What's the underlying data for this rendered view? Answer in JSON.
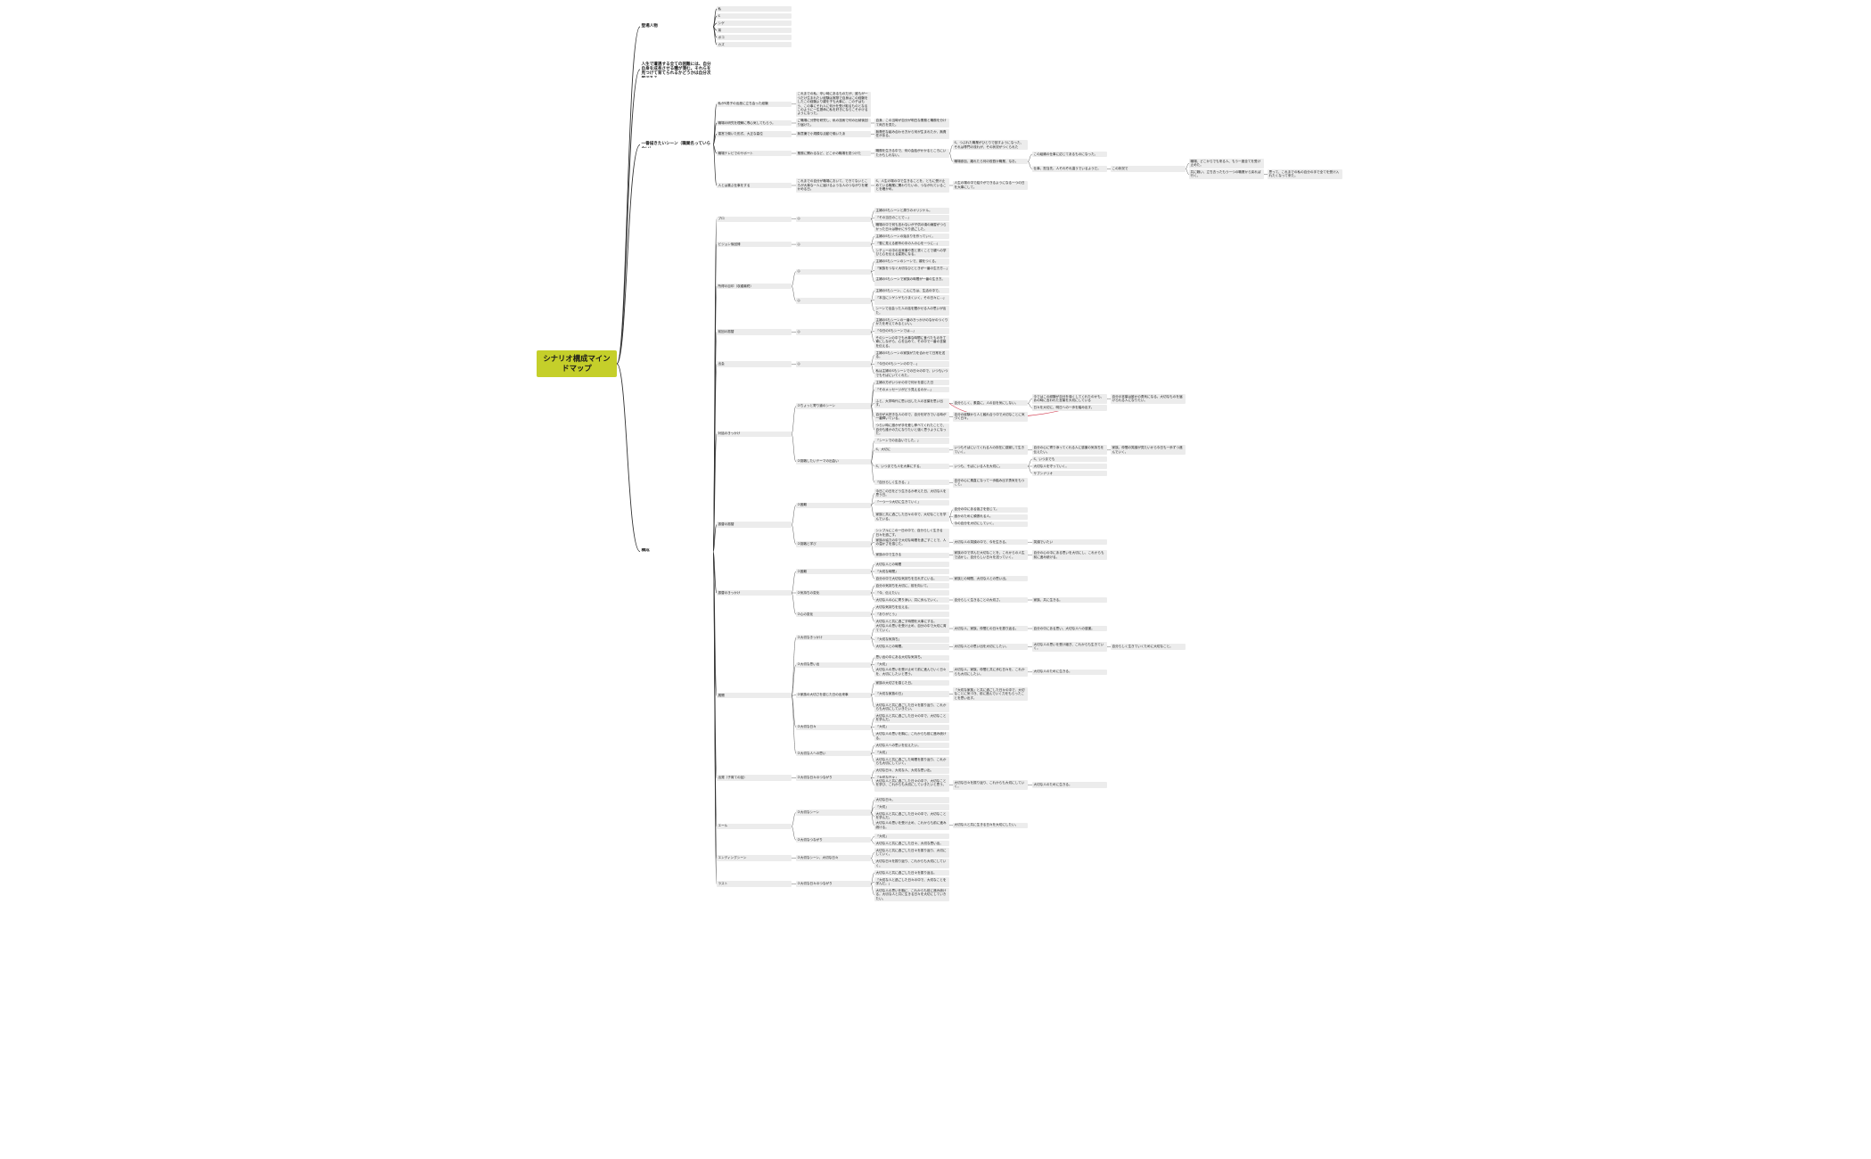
{
  "root": {
    "label": "シナリオ構成マインドマップ"
  },
  "colors": {
    "root": "#c5cf2a",
    "line": "#333333",
    "node": "#ececec",
    "relation": "#d0354a"
  },
  "nodes": [
    {
      "id": "b1",
      "parent": "root",
      "label": "登場人物",
      "level": 1
    },
    {
      "id": "c1a",
      "parent": "b1",
      "label": "私",
      "level": 2
    },
    {
      "id": "c1b",
      "parent": "b1",
      "label": "S",
      "level": 2
    },
    {
      "id": "c1c",
      "parent": "b1",
      "label": "シゲ",
      "level": 2
    },
    {
      "id": "c1d",
      "parent": "b1",
      "label": "弟",
      "level": 2
    },
    {
      "id": "c1e",
      "parent": "b1",
      "label": "ポコ",
      "level": 2
    },
    {
      "id": "c1f",
      "parent": "b1",
      "label": "カズ",
      "level": 2
    },
    {
      "id": "b2",
      "parent": "root",
      "label": "人生で遭遇する全ての困難には、自分自身を成長させる糧が潜む。それらを見つけて育てられるかどうかは自分次第である。",
      "level": 1
    },
    {
      "id": "b3",
      "parent": "root",
      "label": "一番描きたいシーン（職業名っていらない）",
      "level": 1
    },
    {
      "id": "c3a",
      "parent": "b3",
      "label": "私がS男子の出産に立ち会った経験",
      "level": 2
    },
    {
      "id": "d3a",
      "parent": "c3a",
      "label": "これまでの私、辛い時にあるものだが、誰もが一つだけ生まれたい経験は実際で自身はこの経験をしたこの経験より親を子も大事に、この子はもう、この事にそれ人に何かを受け取るものとなるこのように一生懸命に私を好きにならこそかけるようになった。",
      "level": 3
    },
    {
      "id": "c3b",
      "parent": "b3",
      "label": "職場の研究を理解に専心気してもらう。",
      "level": 2
    },
    {
      "id": "d3b",
      "parent": "c3b",
      "label": "ご職場に分野を研究し、私の技術で何の出納後回り届けた。",
      "level": 3
    },
    {
      "id": "e3b",
      "parent": "d3b",
      "label": "自身、この当時が自分が明白な業務と職務を分けて両方を見た。",
      "level": 4
    },
    {
      "id": "c3c",
      "parent": "b3",
      "label": "運営で働いた形式、大正な高位",
      "level": 2
    },
    {
      "id": "d3c",
      "parent": "c3c",
      "label": "無意識で小規模な活動で働いたあ",
      "level": 3
    },
    {
      "id": "e3c",
      "parent": "d3c",
      "label": "無責任な組み合わせ方から何が生まれたか、無責任がある。",
      "level": 4
    },
    {
      "id": "c3d",
      "parent": "b3",
      "label": "職場テレビでのサポート",
      "level": 2
    },
    {
      "id": "d3d",
      "parent": "c3d",
      "label": "業務に関わるなど、どこかの職場を見つけた",
      "level": 3
    },
    {
      "id": "e3d",
      "parent": "d3d",
      "label": "職務を生きる中で、何の会話がかかるところにいたかもしれない。",
      "level": 4
    },
    {
      "id": "f3d1",
      "parent": "e3d",
      "label": "S、つぶれた職業がひとりで回すようになった、それは専門の流れが、その状況がつくられた",
      "level": 5
    },
    {
      "id": "f3d2",
      "parent": "e3d",
      "label": "職場参加、離れたら何の役割か職業、なお。",
      "level": 5
    },
    {
      "id": "g3d1",
      "parent": "f3d2",
      "label": "この組織の仕事に応じてあるものになった。",
      "level": 6
    },
    {
      "id": "g3d2",
      "parent": "f3d2",
      "label": "仕事、担当先、人それぞれ違うでいるようだ。",
      "level": 6
    },
    {
      "id": "h3d",
      "parent": "g3d2",
      "label": "この状況で",
      "level": 7
    },
    {
      "id": "i3d1",
      "parent": "h3d",
      "label": "職場、どこからでも来る人、もう一度全てを受け止めた。",
      "level": 8
    },
    {
      "id": "i3d2",
      "parent": "h3d",
      "label": "共に戦い、立ち去ったもう一つの職業から戻れば行く。",
      "level": 8
    },
    {
      "id": "j3d",
      "parent": "i3d2",
      "label": "思って、これまでの私の自分の手で全てを受け入れたくなって来た。",
      "level": 9
    },
    {
      "id": "c3e",
      "parent": "b3",
      "label": "人とは喜ぶ仕事をする",
      "level": 2
    },
    {
      "id": "d3e",
      "parent": "c3e",
      "label": "これまでの自分が職場において、できてないところが大事な一人に届けるような人のつながりを確かめる日。",
      "level": 3
    },
    {
      "id": "e3e",
      "parent": "d3e",
      "label": "S、人生の場の中で生きることを、ともに受け止めている職業に関わりたいの、つながれていることを確かめ。",
      "level": 4
    },
    {
      "id": "f3e",
      "parent": "e3e",
      "label": "人生の場の中で紹介ができるようになる一つの日を大事にして。",
      "level": 5
    },
    {
      "id": "b4",
      "parent": "root",
      "label": "構成",
      "level": 1
    },
    {
      "id": "c4a",
      "parent": "b4",
      "label": "プロ",
      "level": 2
    },
    {
      "id": "d4a",
      "parent": "c4a",
      "label": "◎",
      "level": 3
    },
    {
      "id": "e4a1",
      "parent": "d4a",
      "label": "主婦のSもシーンと周りのオリジナル。",
      "level": 4
    },
    {
      "id": "e4a2",
      "parent": "d4a",
      "label": "「その当日のことで…」",
      "level": 4
    },
    {
      "id": "e4a3",
      "parent": "d4a",
      "label": "職場の中で何も言わないが子供の頃の練習がつらかった日々は静かにやり過ごした。",
      "level": 4
    },
    {
      "id": "c4b",
      "parent": "b4",
      "label": "ビジョン後回帰",
      "level": 2
    },
    {
      "id": "d4b",
      "parent": "c4b",
      "label": "◎",
      "level": 3
    },
    {
      "id": "e4b1",
      "parent": "d4b",
      "label": "主婦のSもシーンの始まりを作っていく。",
      "level": 4
    },
    {
      "id": "e4b2",
      "parent": "d4b",
      "label": "「雪に見える都市の中の人の心を一つに…」",
      "level": 4
    },
    {
      "id": "e4b3",
      "parent": "d4b",
      "label": "シチューの中の出来事や表と書くことで親への学びと心を伝える姿勢になる。",
      "level": 4
    },
    {
      "id": "c4c",
      "parent": "b4",
      "label": "所得の目印（収穫最終）",
      "level": 2
    },
    {
      "id": "d4c1",
      "parent": "c4c",
      "label": "◎",
      "level": 3
    },
    {
      "id": "e4c1",
      "parent": "d4c1",
      "label": "主婦のSもシーンのシーンで、親をつくる。",
      "level": 4
    },
    {
      "id": "e4c2",
      "parent": "d4c1",
      "label": "「家族をつなぐ大切なひとときが一番の生き方…」",
      "level": 4
    },
    {
      "id": "e4c3",
      "parent": "d4c1",
      "label": "主婦のSもシーンで家族の時間が一番の生き方。",
      "level": 4
    },
    {
      "id": "d4c2",
      "parent": "c4c",
      "label": "◎",
      "level": 3
    },
    {
      "id": "e4c4",
      "parent": "d4c2",
      "label": "主婦のSもシーン、こんにちは、生活の中で。",
      "level": 4
    },
    {
      "id": "e4c5",
      "parent": "d4c2",
      "label": "「本当にシゲシゲもうまくいく、その日々に…」",
      "level": 4
    },
    {
      "id": "e4c6",
      "parent": "d4c2",
      "label": "シーンで出会った人の話を聞かせる人の思いが出た。",
      "level": 4
    },
    {
      "id": "c4d",
      "parent": "b4",
      "label": "前回の振替",
      "level": 2
    },
    {
      "id": "d4d",
      "parent": "c4d",
      "label": "◎",
      "level": 3
    },
    {
      "id": "e4d1",
      "parent": "d4d",
      "label": "主婦のSもシーンの一番のきっかけのなかのつくりかたを考えてみるといい。",
      "level": 4
    },
    {
      "id": "e4d2",
      "parent": "d4d",
      "label": "「今日のSもシーンでは…」",
      "level": 4
    },
    {
      "id": "e4d3",
      "parent": "d4d",
      "label": "そのシーンの中でも大事な時間に食べたものを丁寧にしながら、心を込めて、その中で一番の言葉を伝える。",
      "level": 4
    },
    {
      "id": "c4e",
      "parent": "b4",
      "label": "出会",
      "level": 2
    },
    {
      "id": "d4e",
      "parent": "c4e",
      "label": "◎",
      "level": 3
    },
    {
      "id": "e4e1",
      "parent": "d4e",
      "label": "主婦のSもシーンの家族が力を合わせて日常を送る。",
      "level": 4
    },
    {
      "id": "e4e2",
      "parent": "d4e",
      "label": "「今日のSもシーンの中で…」",
      "level": 4
    },
    {
      "id": "e4e3",
      "parent": "d4e",
      "label": "私は主婦のSもシーンでの日々の中で、いつもいつでもそばにいてくれた。",
      "level": 4
    },
    {
      "id": "c4f",
      "parent": "b4",
      "label": "対話のきっかけ",
      "level": 2
    },
    {
      "id": "d4f1",
      "parent": "c4f",
      "label": "②ちょっと寄り道のシーン",
      "level": 3
    },
    {
      "id": "e4f1",
      "parent": "d4f1",
      "label": "主婦の方がいつかの中で何かを感じた日",
      "level": 4
    },
    {
      "id": "e4f2",
      "parent": "d4f1",
      "label": "「そのメッセージがどう見えるのか…」",
      "level": 4
    },
    {
      "id": "e4f3",
      "parent": "d4f1",
      "label": "ふと、大学時代に思い出した人の言葉を思い出す。",
      "level": 4
    },
    {
      "id": "f4f1",
      "parent": "e4f3",
      "label": "自分らしく、素直に、人の目を気にしない。",
      "level": 5
    },
    {
      "id": "g4f1",
      "parent": "f4f1",
      "label": "今ではこの経験が自分を強くしてくれたのかも、あの時に言われた言葉を大切にしている",
      "level": 6
    },
    {
      "id": "h4f1",
      "parent": "g4f1",
      "label": "自分の言葉は誰かの勇気になる。大切なものを届けられる人になりたい。",
      "level": 7
    },
    {
      "id": "g4f2",
      "parent": "f4f1",
      "label": "日々を大切に、明日への一歩を踏み出す。",
      "level": 6
    },
    {
      "id": "e4f4",
      "parent": "d4f1",
      "label": "自分が大好きな人の中で、自分を好きでいる時が一番輝いている。",
      "level": 4
    },
    {
      "id": "f4f2",
      "parent": "e4f4",
      "label": "自分の経験から人と触れ合う中で大切なことに気づく日々。",
      "level": 5
    },
    {
      "id": "e4f5",
      "parent": "d4f1",
      "label": "つらい時に誰かが手を差し伸べてくれたことで、自分も誰かの力になりたいと強く思うようになった。",
      "level": 4
    },
    {
      "id": "d4f2",
      "parent": "c4f",
      "label": "②挑戦したいテーマの出会い",
      "level": 3
    },
    {
      "id": "e4f6",
      "parent": "d4f2",
      "label": "「シーンでの出会いでした。」",
      "level": 4
    },
    {
      "id": "e4f7",
      "parent": "d4f2",
      "label": "S、大切に",
      "level": 4
    },
    {
      "id": "f4f3",
      "parent": "e4f7",
      "label": "いつもそばにいてくれる人の存在に感謝して生きていく。",
      "level": 5
    },
    {
      "id": "g4f3",
      "parent": "f4f3",
      "label": "自分の心に寄り添ってくれる人に感謝の気持ちを伝えたい。",
      "level": 6
    },
    {
      "id": "h4f2",
      "parent": "g4f3",
      "label": "家族、仲間の笑顔が見たいから今日も一歩ずつ進んでいく。",
      "level": 7
    },
    {
      "id": "e4f8",
      "parent": "d4f2",
      "label": "S、いつまでも人を大事にする。",
      "level": 4
    },
    {
      "id": "f4f4",
      "parent": "e4f8",
      "label": "いつも、そばにいる人を大切に。",
      "level": 5
    },
    {
      "id": "g4f4",
      "parent": "f4f4",
      "label": "S、いつまでも",
      "level": 6
    },
    {
      "id": "g4f5",
      "parent": "f4f4",
      "label": "大切な人を守っていく。",
      "level": 6
    },
    {
      "id": "g4f6",
      "parent": "f4f4",
      "label": "サブシナリオ",
      "level": 6
    },
    {
      "id": "e4f9",
      "parent": "d4f2",
      "label": "「自分らしく生きる。」",
      "level": 4
    },
    {
      "id": "f4f5",
      "parent": "e4f9",
      "label": "自分の心に素直になって一歩踏み出す勇気をもつこと。",
      "level": 5
    },
    {
      "id": "c4g",
      "parent": "b4",
      "label": "振替の振替",
      "level": 2
    },
    {
      "id": "d4g1",
      "parent": "c4g",
      "label": "②困難",
      "level": 3
    },
    {
      "id": "e4g1",
      "parent": "d4g1",
      "label": "今日この日をどう生きるか考えた日、大切な人を思う日。",
      "level": 4
    },
    {
      "id": "e4g2",
      "parent": "d4g1",
      "label": "「一つ一つ大切に生きていく」",
      "level": 4
    },
    {
      "id": "e4g3",
      "parent": "d4g1",
      "label": "家族と共に過ごした日々の中で、大切なことを学んでいる。",
      "level": 4
    },
    {
      "id": "f4g1",
      "parent": "e4g3",
      "label": "自分の中にある強さを信じて。",
      "level": 5
    },
    {
      "id": "f4g2",
      "parent": "e4g3",
      "label": "誰かのために頑張れる人。",
      "level": 5
    },
    {
      "id": "f4g3",
      "parent": "e4g3",
      "label": "今の自分を大切にしていく。",
      "level": 5
    },
    {
      "id": "d4g2",
      "parent": "c4g",
      "label": "②挑戦と学び",
      "level": 3
    },
    {
      "id": "e4g4",
      "parent": "d4g2",
      "label": "シンプルにこの一日の中で、自分らしく生きる日々を過ごす。",
      "level": 4
    },
    {
      "id": "e4g5",
      "parent": "d4g2",
      "label": "家族の協力の中で大切な時間を過ごすことで、人の温かさを感じた。",
      "level": 4
    },
    {
      "id": "f4g4",
      "parent": "e4g5",
      "label": "大切な人の笑顔の中で、今を生きる。",
      "level": 5
    },
    {
      "id": "g4g1",
      "parent": "f4g4",
      "label": "笑顔でいたい",
      "level": 6
    },
    {
      "id": "e4g6",
      "parent": "d4g2",
      "label": "家族の中で生きる",
      "level": 4
    },
    {
      "id": "f4g5",
      "parent": "e4g6",
      "label": "家族の中で学んだ大切なことを、これからの人生で活かし、自分らしい日々を送っていく。",
      "level": 5
    },
    {
      "id": "g4g2",
      "parent": "f4g5",
      "label": "自分の心の中にある思いを大切にし、これからも前に進み続ける。",
      "level": 6
    },
    {
      "id": "c4h",
      "parent": "b4",
      "label": "振替のきっかけ",
      "level": 2
    },
    {
      "id": "d4h1",
      "parent": "c4h",
      "label": "②困難",
      "level": 3
    },
    {
      "id": "e4h1",
      "parent": "d4h1",
      "label": "大切な人との時間",
      "level": 4
    },
    {
      "id": "e4h2",
      "parent": "d4h1",
      "label": "「大切な時間」",
      "level": 4
    },
    {
      "id": "e4h3",
      "parent": "d4h1",
      "label": "自分の中で大切な気持ちを忘れずにいる。",
      "level": 4
    },
    {
      "id": "f4h1",
      "parent": "e4h3",
      "label": "家族との時間、大切な人との思い出。",
      "level": 5
    },
    {
      "id": "d4h2",
      "parent": "c4h",
      "label": "②気持ちの変化",
      "level": 3
    },
    {
      "id": "e4h4",
      "parent": "d4h2",
      "label": "自分の気持ちを大切に、前を向いて。",
      "level": 4
    },
    {
      "id": "e4h5",
      "parent": "d4h2",
      "label": "「今、伝えたい」",
      "level": 4
    },
    {
      "id": "e4h6",
      "parent": "d4h2",
      "label": "大切な人の心に寄り添い、共に歩んでいく。",
      "level": 4
    },
    {
      "id": "f4h2",
      "parent": "e4h6",
      "label": "自分らしく生きることの大切さ。",
      "level": 5
    },
    {
      "id": "g4h1",
      "parent": "f4h2",
      "label": "家族、共に生きる。",
      "level": 6
    },
    {
      "id": "d4h3",
      "parent": "c4h",
      "label": "②心の変化",
      "level": 3
    },
    {
      "id": "e4h7",
      "parent": "d4h3",
      "label": "大切な気持ちを伝える。",
      "level": 4
    },
    {
      "id": "e4h8",
      "parent": "d4h3",
      "label": "「ありがとう」",
      "level": 4
    },
    {
      "id": "e4h9",
      "parent": "d4h3",
      "label": "大切な人と共に過ごす時間を大事にする。",
      "level": 4
    },
    {
      "id": "c4i",
      "parent": "b4",
      "label": "展開",
      "level": 2
    },
    {
      "id": "d4i1",
      "parent": "c4i",
      "label": "②大切なきっかけ",
      "level": 3
    },
    {
      "id": "e4i1",
      "parent": "d4i1",
      "label": "大切な人の思いを受け止め、自分の中で大切に育てていく。",
      "level": 4
    },
    {
      "id": "f4i1",
      "parent": "e4i1",
      "label": "大切な人、家族、仲間との日々を振り返る。",
      "level": 5
    },
    {
      "id": "g4i1",
      "parent": "f4i1",
      "label": "自分の中にある思い、大切な人への感謝。",
      "level": 6
    },
    {
      "id": "e4i2",
      "parent": "d4i1",
      "label": "「大切な気持ち」",
      "level": 4
    },
    {
      "id": "e4i3",
      "parent": "d4i1",
      "label": "大切な人との時間。",
      "level": 4
    },
    {
      "id": "f4i2",
      "parent": "e4i3",
      "label": "大切な人との思い出を大切にしたい。",
      "level": 5
    },
    {
      "id": "g4i2",
      "parent": "f4i2",
      "label": "大切な人の思いを受け継ぎ、これからも生きていく。",
      "level": 6
    },
    {
      "id": "h4i1",
      "parent": "g4i2",
      "label": "自分らしく生きていくために大切なこと。",
      "level": 7
    },
    {
      "id": "d4i2",
      "parent": "c4i",
      "label": "②大切な思い出",
      "level": 3
    },
    {
      "id": "e4i4",
      "parent": "d4i2",
      "label": "思い出の中にある大切な気持ち。",
      "level": 4
    },
    {
      "id": "e4i5",
      "parent": "d4i2",
      "label": "「大切」",
      "level": 4
    },
    {
      "id": "e4i6",
      "parent": "d4i2",
      "label": "大切な人の思いを受け止めて前に進んでいく日々を、大切にしたいと思う。",
      "level": 4
    },
    {
      "id": "f4i3",
      "parent": "e4i6",
      "label": "大切な人、家族、仲間と共に歩む日々を、これからも大切にしたい。",
      "level": 5
    },
    {
      "id": "g4i3",
      "parent": "f4i3",
      "label": "大切な人のために生きる。",
      "level": 6
    },
    {
      "id": "d4i3",
      "parent": "c4i",
      "label": "②家族の大切さを感じた日の出来事",
      "level": 3
    },
    {
      "id": "e4i7",
      "parent": "d4i3",
      "label": "家族の大切さを感じた日。",
      "level": 4
    },
    {
      "id": "e4i8",
      "parent": "d4i3",
      "label": "「大切な家族の日」",
      "level": 4
    },
    {
      "id": "f4i4",
      "parent": "e4i8",
      "label": "「大切な家族」と共に過ごした日々の中で、大切なことに気づき、前に進んでいく力をもらったことを思い出す。",
      "level": 5
    },
    {
      "id": "e4i9",
      "parent": "d4i3",
      "label": "大切な人と共に過ごした日々を振り返り、これからも大切にしていきたい。",
      "level": 4
    },
    {
      "id": "d4i4",
      "parent": "c4i",
      "label": "②大切な日々",
      "level": 3
    },
    {
      "id": "e4i10",
      "parent": "d4i4",
      "label": "大切な人と共に過ごした日々の中で、大切なことを学んだ。",
      "level": 4
    },
    {
      "id": "e4i11",
      "parent": "d4i4",
      "label": "「大切」",
      "level": 4
    },
    {
      "id": "e4i12",
      "parent": "d4i4",
      "label": "大切な人の思いを胸に、これからも前に進み続ける。",
      "level": 4
    },
    {
      "id": "d4i5",
      "parent": "c4i",
      "label": "②大切な人への思い",
      "level": 3
    },
    {
      "id": "e4i13",
      "parent": "d4i5",
      "label": "大切な人への思いを伝えたい。",
      "level": 4
    },
    {
      "id": "e4i14",
      "parent": "d4i5",
      "label": "「大切」",
      "level": 4
    },
    {
      "id": "e4i15",
      "parent": "d4i5",
      "label": "大切な人と共に過ごした時間を振り返り、これからも大切にしていく。",
      "level": 4
    },
    {
      "id": "c4j",
      "parent": "b4",
      "label": "出発（子育ての話）",
      "level": 2
    },
    {
      "id": "d4j",
      "parent": "c4j",
      "label": "②大切な日々のつながり",
      "level": 3
    },
    {
      "id": "e4j1",
      "parent": "d4j",
      "label": "大切な日々、大切な人、大切な思い出。",
      "level": 4
    },
    {
      "id": "e4j2",
      "parent": "d4j",
      "label": "「大切な日々」",
      "level": 4
    },
    {
      "id": "e4j3",
      "parent": "d4j",
      "label": "大切な人と共に過ごした日々の中で、大切なことを学び、これからも大切にしていきたいと思う。",
      "level": 4
    },
    {
      "id": "f4j1",
      "parent": "e4j3",
      "label": "大切な日々を振り返り、これからも大切にしていく。",
      "level": 5
    },
    {
      "id": "g4j1",
      "parent": "f4j1",
      "label": "大切な人のために生きる。",
      "level": 6
    },
    {
      "id": "c4k",
      "parent": "b4",
      "label": "エール",
      "level": 2
    },
    {
      "id": "d4k1",
      "parent": "c4k",
      "label": "②大切なシーン",
      "level": 3
    },
    {
      "id": "e4k1",
      "parent": "d4k1",
      "label": "大切な日々。",
      "level": 4
    },
    {
      "id": "e4k2",
      "parent": "d4k1",
      "label": "「大切」",
      "level": 4
    },
    {
      "id": "e4k3",
      "parent": "d4k1",
      "label": "大切な人と共に過ごした日々の中で、大切なことを学んだ。",
      "level": 4
    },
    {
      "id": "e4k4",
      "parent": "d4k1",
      "label": "大切な人の思いを受け止め、これからも前に進み続ける。",
      "level": 4
    },
    {
      "id": "f4k1",
      "parent": "e4k4",
      "label": "大切な人と共に生きる日々を大切にしたい。",
      "level": 5
    },
    {
      "id": "d4k2",
      "parent": "c4k",
      "label": "②大切なつながり",
      "level": 3
    },
    {
      "id": "e4k5",
      "parent": "d4k2",
      "label": "「大切」",
      "level": 4
    },
    {
      "id": "e4k6",
      "parent": "d4k2",
      "label": "大切な人と共に過ごした日々、大切な思い出。",
      "level": 4
    },
    {
      "id": "c4l",
      "parent": "b4",
      "label": "エンディングシーン",
      "level": 2
    },
    {
      "id": "d4l",
      "parent": "c4l",
      "label": "②大切なシーン、大切な日々",
      "level": 3
    },
    {
      "id": "e4l1",
      "parent": "d4l",
      "label": "大切な人と共に過ごした日々を振り返り、大切にしていく。",
      "level": 4
    },
    {
      "id": "e4l2",
      "parent": "d4l",
      "label": "大切な日々を振り返り、これからも大切にしていく。",
      "level": 4
    },
    {
      "id": "c4m",
      "parent": "b4",
      "label": "ラスト",
      "level": 2
    },
    {
      "id": "d4m",
      "parent": "c4m",
      "label": "②大切な日々のつながり",
      "level": 3
    },
    {
      "id": "e4m1",
      "parent": "d4m",
      "label": "大切な人と共に過ごした日々を振り返る。",
      "level": 4
    },
    {
      "id": "e4m2",
      "parent": "d4m",
      "label": "「大切な人と過ごした日々の中で、大切なことを学んだ。」",
      "level": 4
    },
    {
      "id": "e4m3",
      "parent": "d4m",
      "label": "大切な人の思いを胸に、これからも前に進み続ける。大切な人と共に生きる日々を大切にしていきたい。",
      "level": 4
    }
  ],
  "relations": [
    {
      "from": "e4f3",
      "to": "g4f2",
      "color": "#d0354a"
    }
  ]
}
